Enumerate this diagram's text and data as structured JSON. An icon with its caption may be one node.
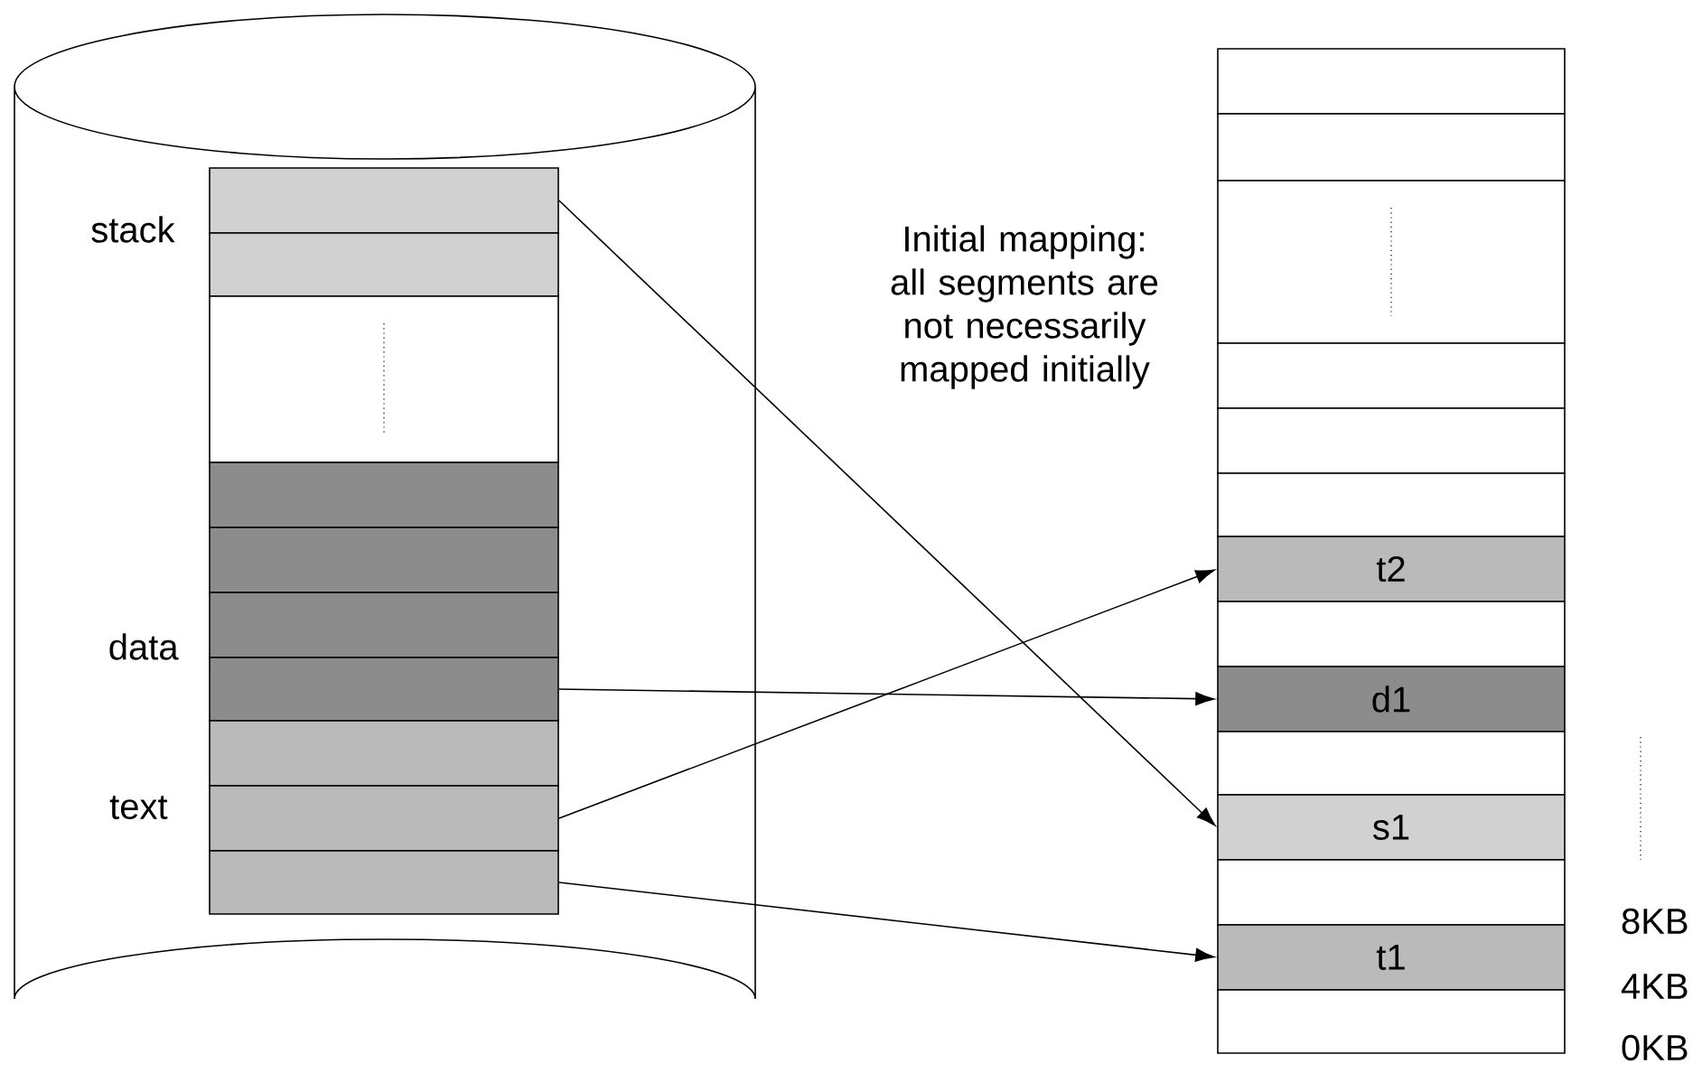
{
  "diagram": {
    "nodes": [
      {
        "text": [],
        "shape": "cylinder"
      },
      {
        "text": [],
        "shape": "box",
        "in": 0
      },
      {
        "text": [],
        "shape": "box",
        "in": 0
      },
      {
        "text": [],
        "shape": "box",
        "in": 0
      },
      {
        "text": [],
        "shape": "box",
        "in": 0
      },
      {
        "text": [],
        "shape": "box",
        "in": 0
      },
      {
        "text": [],
        "shape": "box",
        "in": 0
      },
      {
        "text": [],
        "shape": "box",
        "in": 0
      },
      {
        "text": [],
        "shape": "box",
        "in": 0
      },
      {
        "text": [],
        "shape": "box",
        "in": 0
      },
      {
        "text": [],
        "shape": "box",
        "in": 0
      },
      {
        "text": [],
        "shape": "box"
      },
      {
        "text": [],
        "shape": "box"
      },
      {
        "text": [],
        "shape": "box"
      },
      {
        "text": [],
        "shape": "box"
      },
      {
        "text": [],
        "shape": "box"
      },
      {
        "text": [],
        "shape": "box"
      },
      {
        "text": [
          "t2"
        ]
      },
      {
        "text": [],
        "shape": "box"
      },
      {
        "text": [
          "d1"
        ]
      },
      {
        "text": [],
        "shape": "box"
      },
      {
        "text": [
          "s1"
        ]
      },
      {
        "text": [],
        "shape": "box"
      },
      {
        "text": [
          "t1"
        ]
      },
      {
        "text": [],
        "shape": "box"
      }
    ],
    "edges": [
      {
        "from": 1,
        "to": 21,
        "arrow": "to"
      },
      {
        "from": 7,
        "to": 19,
        "arrow": "to"
      },
      {
        "from": 9,
        "to": 17,
        "arrow": "to"
      },
      {
        "from": 10,
        "to": 23,
        "arrow": "to"
      }
    ],
    "labels": [
      "stack",
      "Initial mapping: all segments are not necessarily mapped initially",
      "data",
      "text",
      "8KB",
      "4KB",
      "0KB"
    ]
  }
}
